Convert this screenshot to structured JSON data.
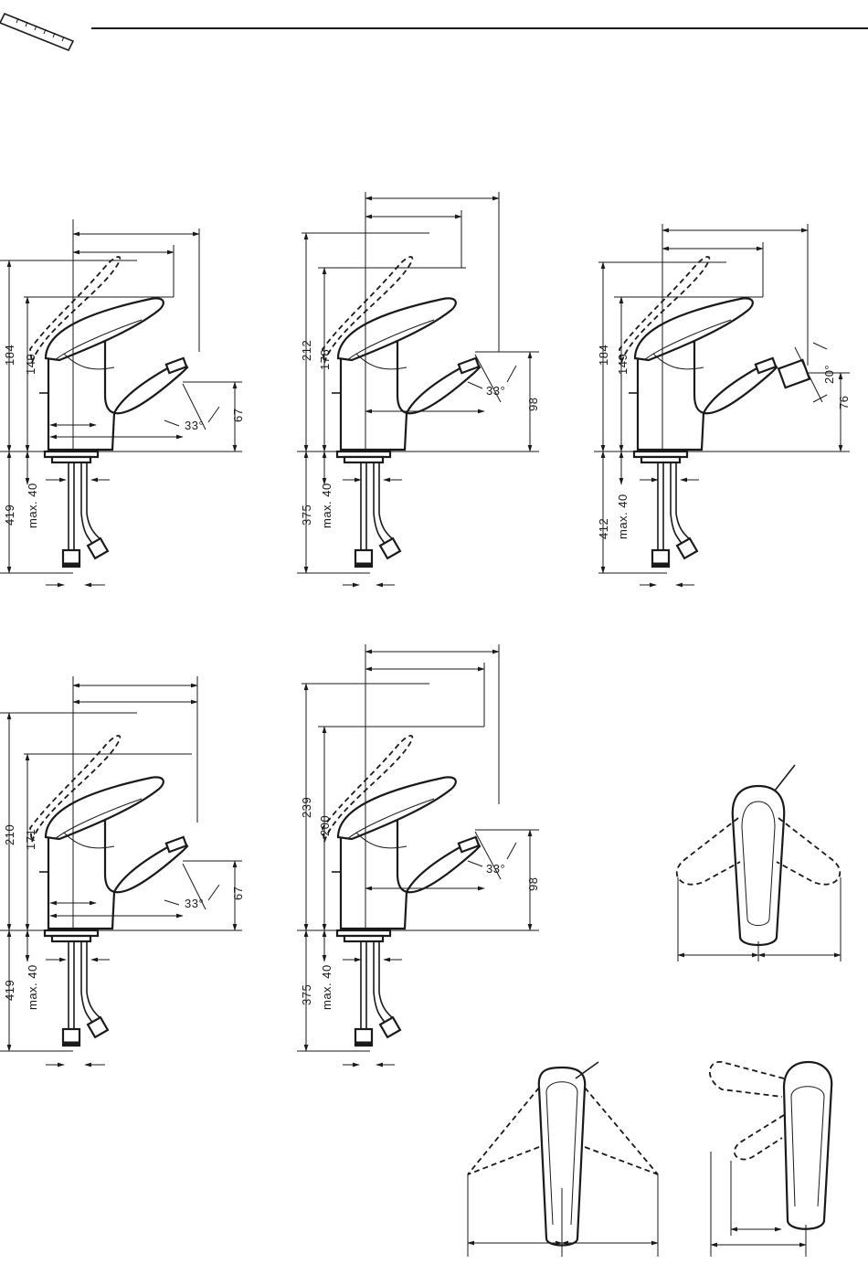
{
  "header": {
    "ruler_icon": "ruler-icon"
  },
  "views": [
    {
      "h1": "184",
      "h2": "149",
      "spout": "67",
      "below": "419",
      "max": "max. 40",
      "angle": "33°"
    },
    {
      "h1": "212",
      "h2": "178",
      "spout": "98",
      "below": "375",
      "max": "max. 40",
      "angle": "33°"
    },
    {
      "h1": "184",
      "h2": "149",
      "spout": "76",
      "below": "412",
      "max": "max. 40",
      "angle": "20°"
    },
    {
      "h1": "210",
      "h2": "171",
      "spout": "67",
      "below": "419",
      "max": "max. 40",
      "angle": "33°"
    },
    {
      "h1": "239",
      "h2": "200",
      "spout": "98",
      "below": "375",
      "max": "max. 40",
      "angle": "33°"
    }
  ]
}
